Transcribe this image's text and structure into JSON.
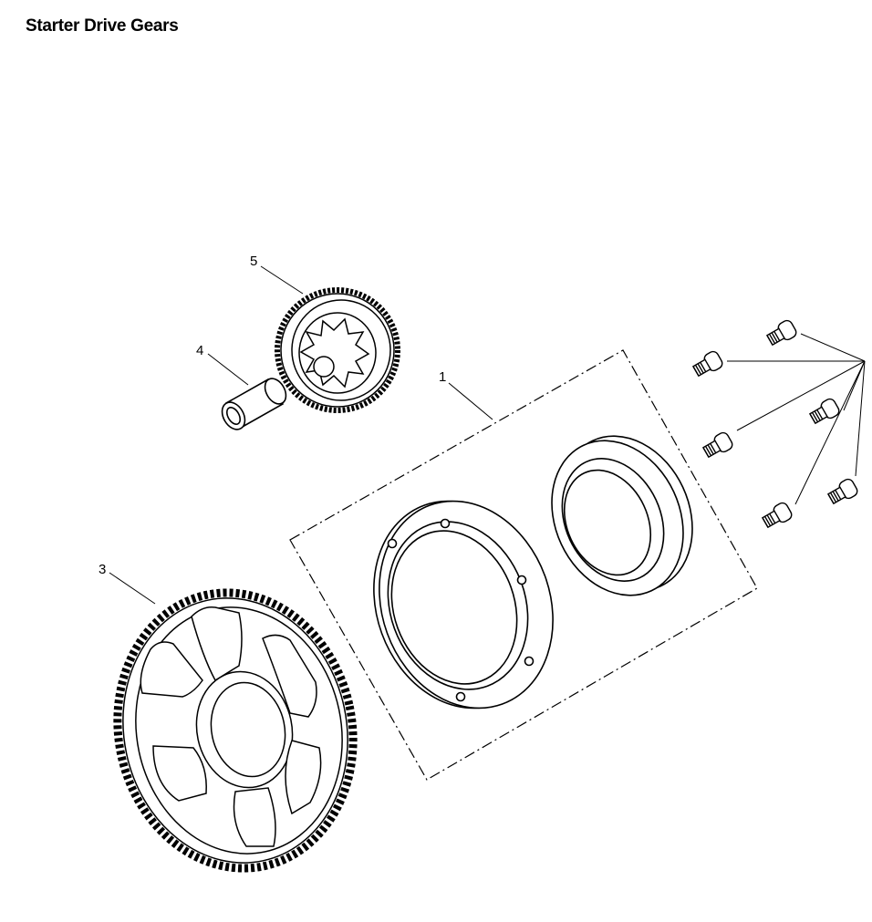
{
  "title": "Starter Drive Gears",
  "callouts": [
    {
      "id": "1",
      "text": "1"
    },
    {
      "id": "3",
      "text": "3"
    },
    {
      "id": "4",
      "text": "4"
    },
    {
      "id": "5",
      "text": "5"
    }
  ],
  "colors": {
    "ink": "#000000",
    "background": "#ffffff"
  }
}
